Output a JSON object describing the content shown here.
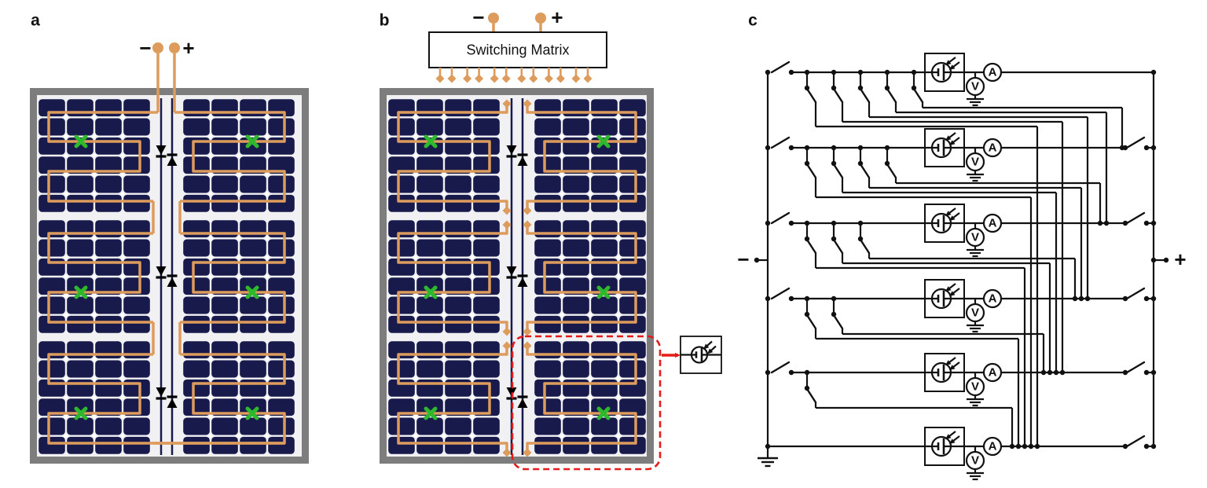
{
  "figure": {
    "colors": {
      "wire_orange": "#dd9b5c",
      "cell_navy": "#181a4b",
      "frame_gray": "#7d7d7d",
      "panel_bg": "#f1f1f3",
      "hotspot_green": "#2db82d",
      "highlight_red": "#e31b1b",
      "schematic_black": "#111111",
      "cell_dot_white": "#ffffff"
    },
    "panel_a": {
      "label": "a",
      "minus": "−",
      "plus": "+",
      "module_rows": 3,
      "module_cols": 2,
      "cells_per_module": {
        "cols": 4,
        "rows": 6
      },
      "bypass_diode_pairs": 3,
      "hotspot_marks": 6
    },
    "panel_b": {
      "label": "b",
      "minus": "−",
      "plus": "+",
      "switching_matrix_label": "Switching Matrix",
      "tap_count": 12,
      "module_rows": 3,
      "module_cols": 2,
      "bypass_diode_pairs": 3,
      "hotspot_marks": 6,
      "callout_symbol": "pv-cell"
    },
    "panel_c": {
      "label": "c",
      "minus": "−",
      "plus": "+",
      "module_count": 6,
      "row_switch_counts": [
        5,
        4,
        3,
        2,
        1,
        0
      ],
      "voltmeter_label": "V",
      "ammeter_label": "A"
    }
  }
}
